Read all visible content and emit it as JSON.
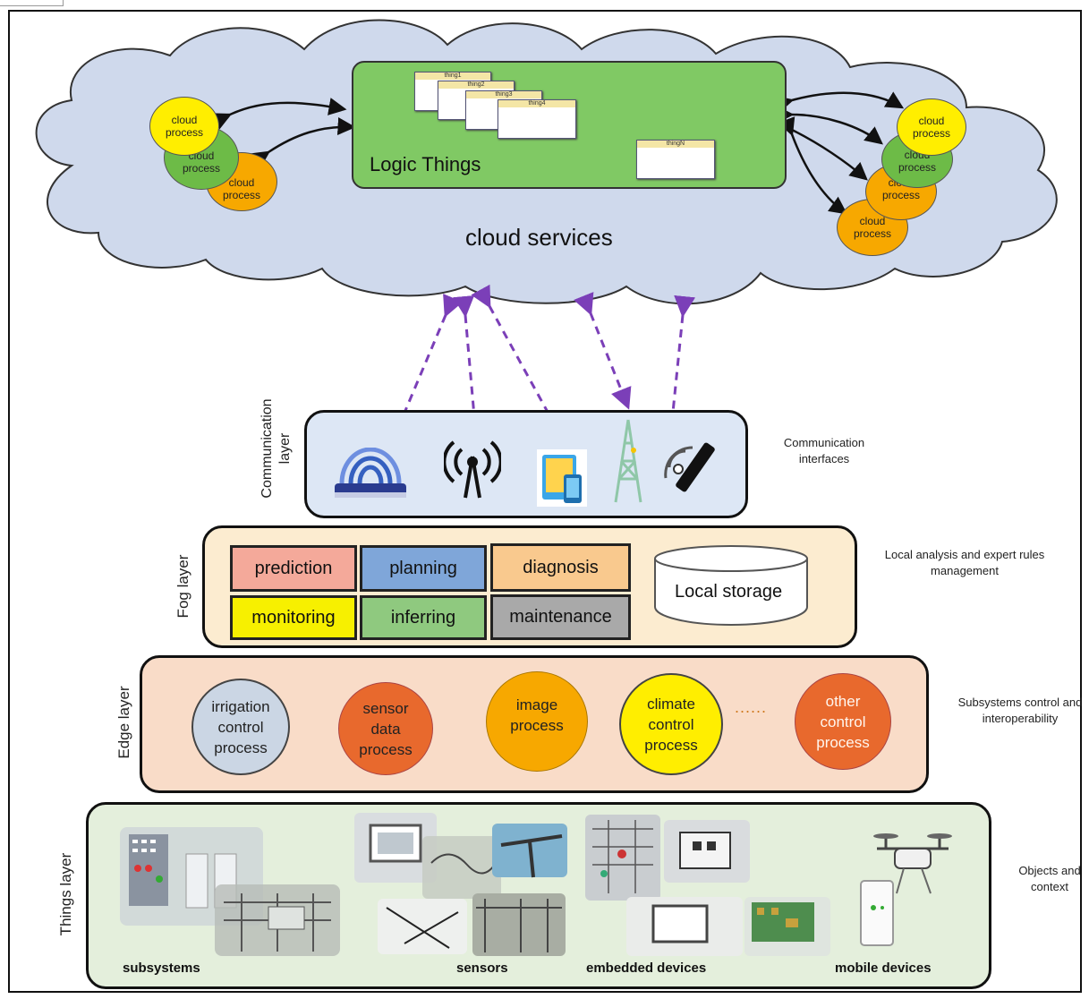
{
  "cloud": {
    "title": "cloud services",
    "logic_things_label": "Logic Things",
    "process_label": "cloud process",
    "thing_cards": [
      "thing1",
      "thing2",
      "thing3",
      "thing4",
      "thingN"
    ]
  },
  "communication": {
    "layer_label": "Communication layer",
    "side_note": "Communication interfaces",
    "icons": [
      "wifi-router-icon",
      "radio-antenna-icon",
      "tablet-phone-icon",
      "cell-tower-icon",
      "satellite-icon"
    ]
  },
  "fog": {
    "layer_label": "Fog layer",
    "side_note": "Local analysis and expert rules management",
    "storage_label": "Local storage",
    "boxes": [
      {
        "label": "prediction",
        "color": "#f4a99a"
      },
      {
        "label": "planning",
        "color": "#7fa6d9"
      },
      {
        "label": "diagnosis",
        "color": "#f9c98e"
      },
      {
        "label": "monitoring",
        "color": "#f7f000"
      },
      {
        "label": "inferring",
        "color": "#8fc97f"
      },
      {
        "label": "maintenance",
        "color": "#a9a9a9"
      }
    ]
  },
  "edge": {
    "layer_label": "Edge layer",
    "side_note": "Subsystems control and interoperability",
    "ellipsis": "......",
    "processes": [
      {
        "label": "irrigation control process",
        "color": "#cbd6e4"
      },
      {
        "label": "sensor data process",
        "color": "#e8692d"
      },
      {
        "label": "image process",
        "color": "#f7a800"
      },
      {
        "label": "climate control process",
        "color": "#ffee00"
      },
      {
        "label": "other control process",
        "color": "#e8692d"
      }
    ]
  },
  "things": {
    "layer_label": "Things layer",
    "side_note": "Objects and context",
    "groups": [
      "subsystems",
      "sensors",
      "embedded devices",
      "mobile devices"
    ]
  },
  "colors": {
    "cloud_fill": "#cfd9ec",
    "logic_things_fill": "#80c964",
    "communication_fill": "#dde7f5",
    "fog_fill": "#fcecd0",
    "edge_fill": "#f9dcc8",
    "things_fill": "#e4efdc",
    "arrow_color": "#7b3fb8"
  }
}
